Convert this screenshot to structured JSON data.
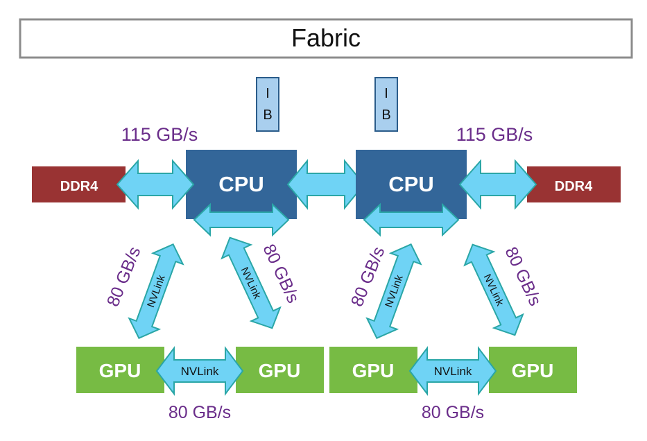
{
  "fabric": {
    "label": "Fabric"
  },
  "nodes": [
    {
      "ib": {
        "line1": "I",
        "line2": "B"
      },
      "cpu": "CPU",
      "ddr": "DDR4",
      "ddr_bandwidth": "115 GB/s",
      "gpus": [
        "GPU",
        "GPU"
      ],
      "link_left": {
        "name": "NVLink",
        "bandwidth": "80 GB/s"
      },
      "link_right": {
        "name": "NVLink",
        "bandwidth": "80 GB/s"
      },
      "gpu_link": {
        "name": "NVLink",
        "bandwidth": "80 GB/s"
      }
    },
    {
      "ib": {
        "line1": "I",
        "line2": "B"
      },
      "cpu": "CPU",
      "ddr": "DDR4",
      "ddr_bandwidth": "115 GB/s",
      "gpus": [
        "GPU",
        "GPU"
      ],
      "link_left": {
        "name": "NVLink",
        "bandwidth": "80 GB/s"
      },
      "link_right": {
        "name": "NVLink",
        "bandwidth": "80 GB/s"
      },
      "gpu_link": {
        "name": "NVLink",
        "bandwidth": "80 GB/s"
      }
    }
  ],
  "colors": {
    "cpu": "#336699",
    "ddr": "#993333",
    "gpu": "#77bb44",
    "ib": "#a9cfee",
    "arrow_fill": "#6fd3f5",
    "arrow_stroke": "#2aa6a6",
    "bandwidth_text": "#6a2d8a"
  }
}
